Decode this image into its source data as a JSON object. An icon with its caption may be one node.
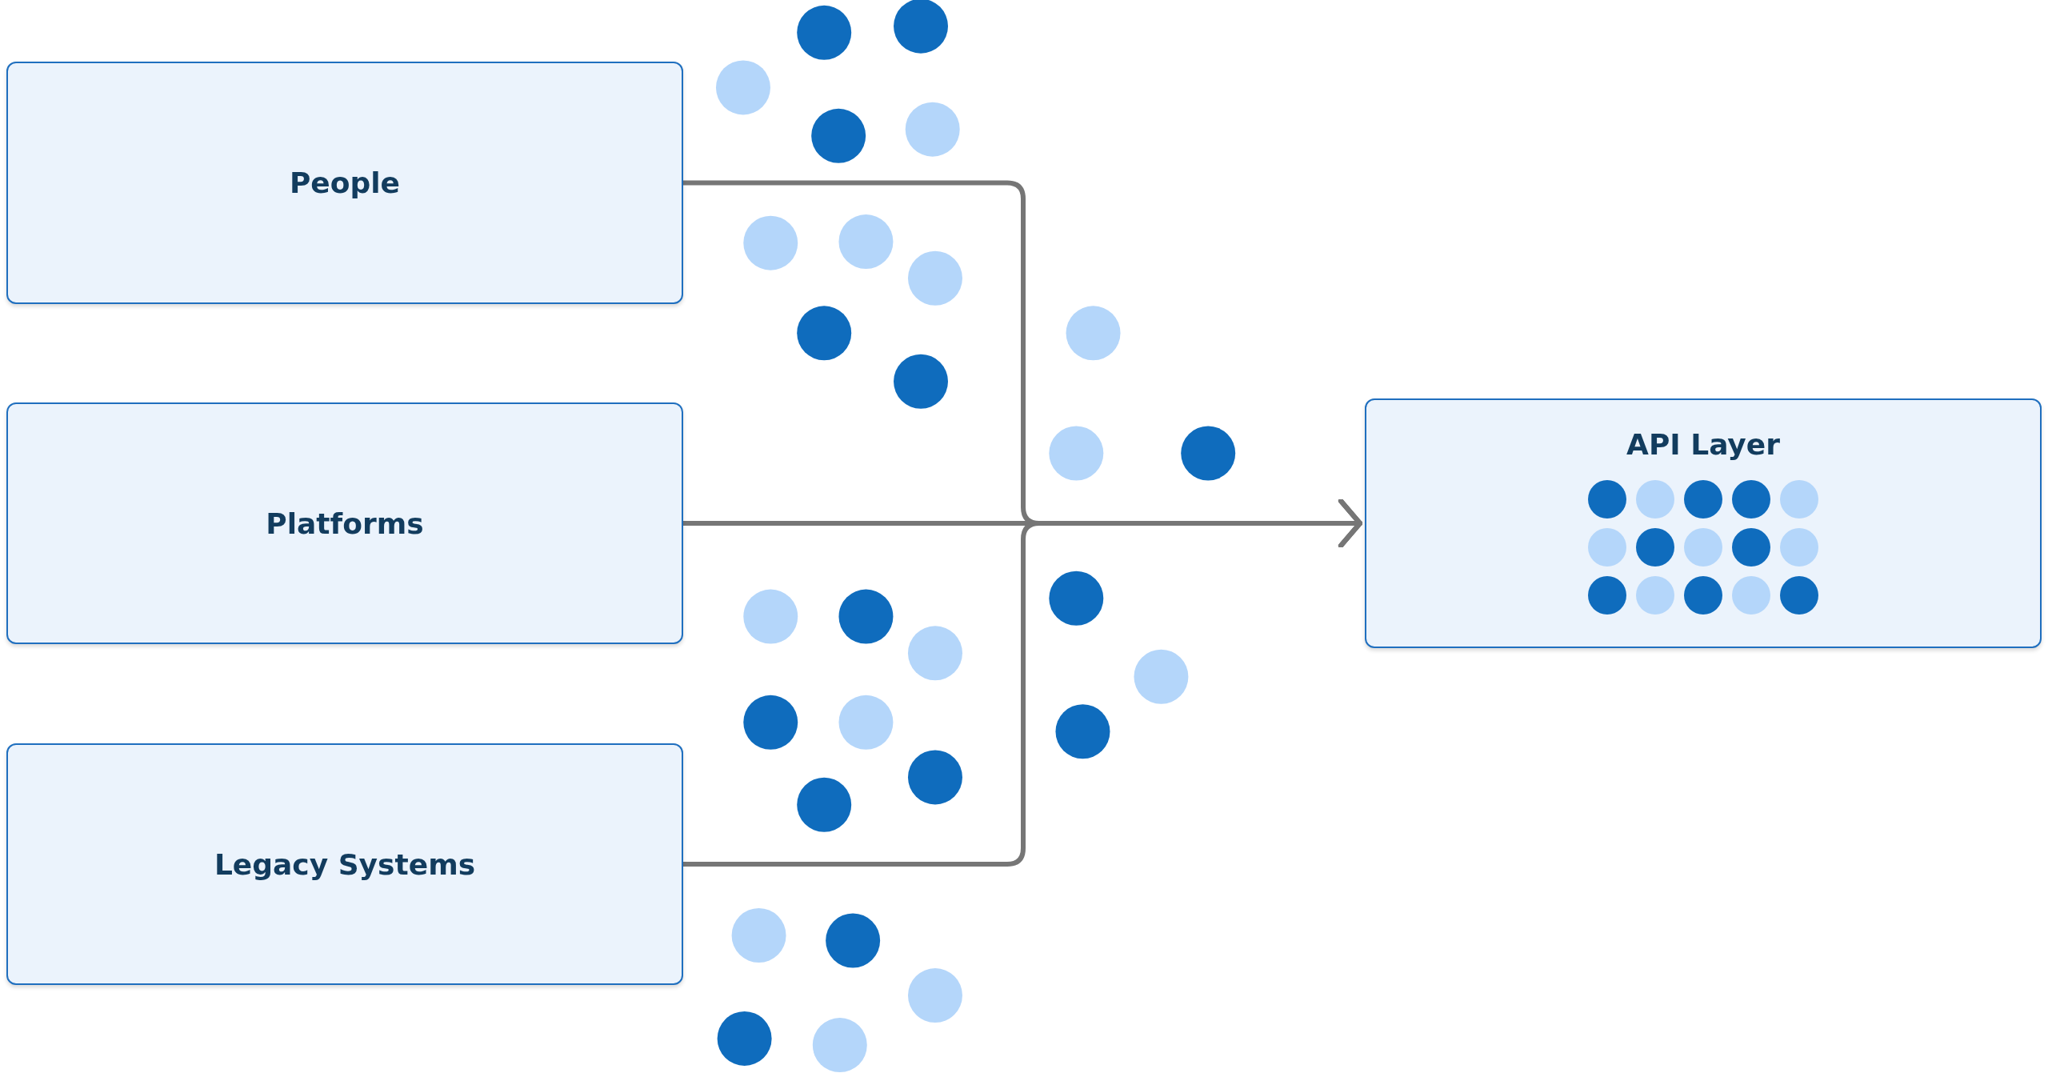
{
  "diagram": {
    "nodes": [
      {
        "text": [
          "People"
        ]
      },
      {
        "text": [
          "Platforms"
        ]
      },
      {
        "text": [
          "Legacy Systems"
        ]
      },
      {
        "text": [
          "API Layer"
        ]
      }
    ],
    "edges": [
      {
        "from": 0,
        "to": 3,
        "arrow": "to"
      },
      {
        "from": 1,
        "to": 3,
        "arrow": "to"
      },
      {
        "from": 2,
        "to": 3,
        "arrow": "to"
      }
    ]
  }
}
